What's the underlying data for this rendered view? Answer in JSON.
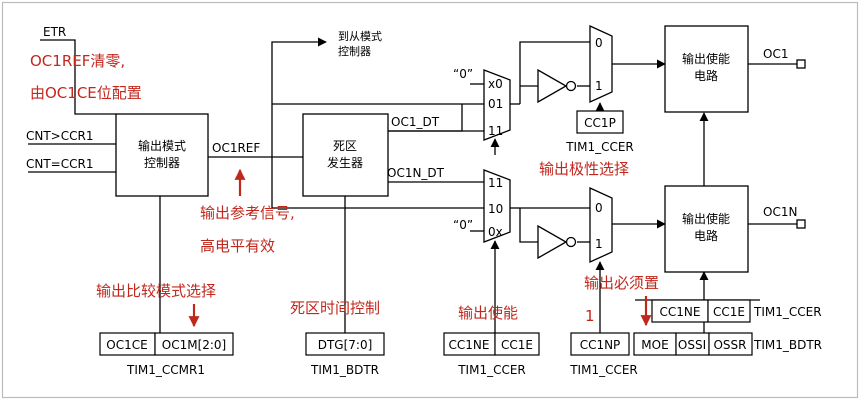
{
  "colors": {
    "line": "#000000",
    "annotation": "#c0281e",
    "frame": "#bdbdbd",
    "background": "#ffffff"
  },
  "inputs": {
    "etr": "ETR",
    "cnt_gt": "CNT>CCR1",
    "cnt_eq": "CNT=CCR1"
  },
  "blocks": {
    "output_mode": [
      "输出模式",
      "控制器"
    ],
    "dead_time": [
      "死区",
      "发生器"
    ],
    "output_enable_1": [
      "输出使能",
      "电路"
    ],
    "output_enable_2": [
      "输出使能",
      "电路"
    ]
  },
  "signals": {
    "oc1ref": "OC1REF",
    "oc1_dt": "OC1_DT",
    "oc1n_dt": "OC1N_DT",
    "slave": [
      "到从模式",
      "控制器"
    ],
    "oc1": "OC1",
    "oc1n": "OC1N"
  },
  "mux_labels": {
    "top_zero": "“0”",
    "top_inputs": [
      "x0",
      "01",
      "11"
    ],
    "bot_inputs": [
      "11",
      "10",
      "0x"
    ],
    "bot_zero": "“0”",
    "sel_top": [
      "0",
      "1"
    ],
    "sel_bot": [
      "0",
      "1"
    ]
  },
  "registers": {
    "ccmr1": {
      "fields": [
        "OC1CE",
        "OC1M[2:0]"
      ],
      "name": "TIM1_CCMR1"
    },
    "bdtr_dtg": {
      "fields": [
        "DTG[7:0]"
      ],
      "name": "TIM1_BDTR"
    },
    "ccer_en": {
      "fields": [
        "CC1NE",
        "CC1E"
      ],
      "name": "TIM1_CCER"
    },
    "cc1np": {
      "fields": [
        "CC1NP"
      ],
      "name": "TIM1_CCER"
    },
    "cc1p": {
      "fields": [
        "CC1P"
      ],
      "name": "TIM1_CCER"
    },
    "ccer_right": {
      "fields": [
        "CC1NE",
        "CC1E"
      ],
      "name": "TIM1_CCER"
    },
    "bdtr_right": {
      "fields": [
        "MOE",
        "OSSI",
        "OSSR"
      ],
      "name": "TIM1_BDTR"
    }
  },
  "annotations": {
    "oc1ref_clear": [
      "OC1REF清零,",
      "由OC1CE位配置"
    ],
    "ref_signal": [
      "输出参考信号,",
      "高电平有效"
    ],
    "compare_mode": "输出比较模式选择",
    "dead_time": "死区时间控制",
    "output_enable": "输出使能",
    "polarity": "输出极性选择",
    "must_set": "输出必须置",
    "must_set_value": "1"
  }
}
